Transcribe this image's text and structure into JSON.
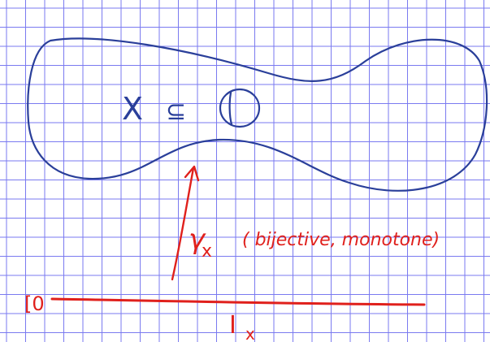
{
  "colors": {
    "grid": "#7a7af0",
    "set_outline": "#2a3f9a",
    "map_ink": "#e0201c",
    "paper": "#ffffff"
  },
  "set_label": {
    "symbol": "X",
    "relation": "⊆"
  },
  "disk_symbol": {
    "icon": "disk-icon"
  },
  "map_label": {
    "name": "γ",
    "subscript": "x",
    "properties": "( bijective, monotone)"
  },
  "interval": {
    "endpoint_label": "[0",
    "name": "I",
    "subscript": "x"
  }
}
